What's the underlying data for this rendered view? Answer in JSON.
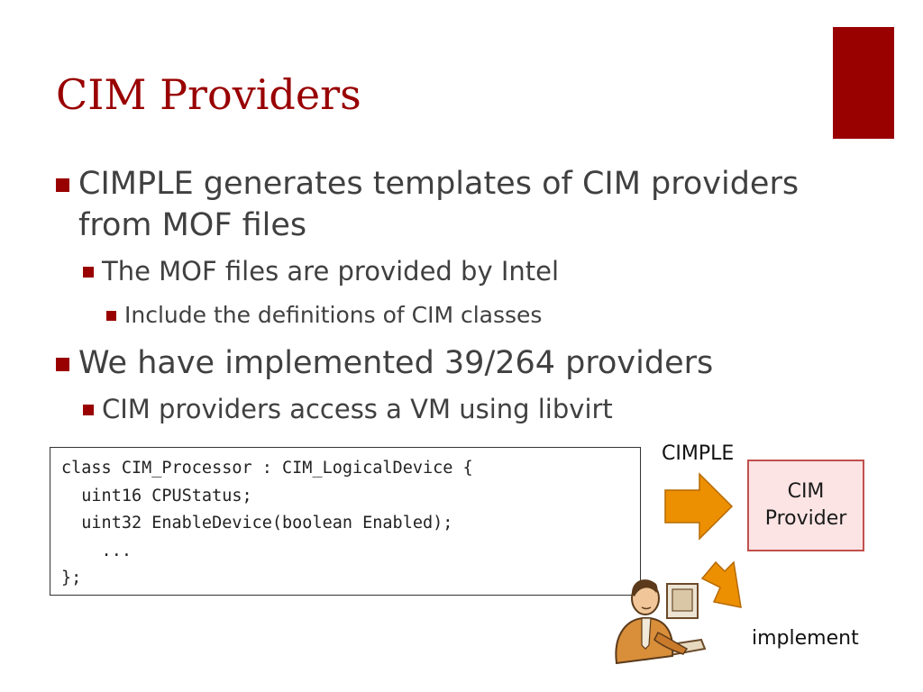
{
  "slide": {
    "title": "CIM Providers",
    "accent_color": "#990000",
    "bullets": [
      {
        "level": 1,
        "text": "CIMPLE generates templates of CIM providers from MOF files"
      },
      {
        "level": 2,
        "text": "The MOF files are provided by Intel"
      },
      {
        "level": 3,
        "text": "Include the definitions of CIM classes"
      },
      {
        "level": 1,
        "text": "We have implemented 39/264 providers"
      },
      {
        "level": 2,
        "text": "CIM providers access a VM using libvirt"
      }
    ]
  },
  "code_sample": {
    "lines": [
      "class CIM_Processor : CIM_LogicalDevice {",
      "  uint16 CPUStatus;",
      "  uint32 EnableDevice(boolean Enabled);",
      "    ...",
      "};"
    ]
  },
  "diagram": {
    "cimple_label": "CIMPLE",
    "implement_label": "implement",
    "provider_box": {
      "line1": "CIM",
      "line2": "Provider"
    },
    "arrow_color": "#ec8f00",
    "box_border_color": "#c0504d",
    "box_fill_color": "#fde4e4",
    "icons": [
      "right-arrow-icon",
      "diagonal-arrow-icon",
      "person-at-computer-icon"
    ]
  }
}
